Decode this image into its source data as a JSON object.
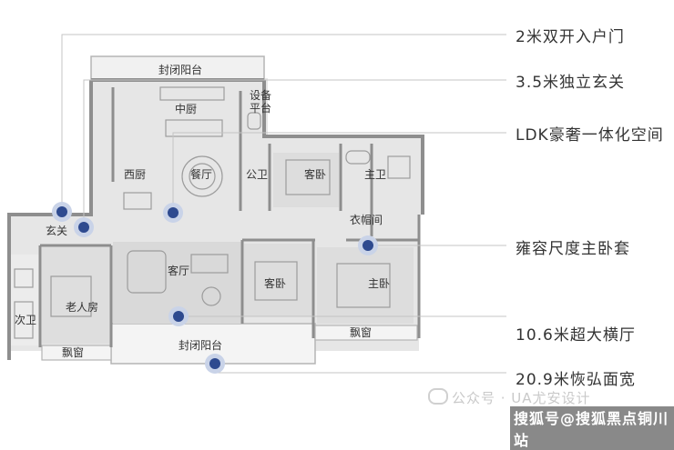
{
  "rooms": {
    "closed_balcony_top": "封闭阳台",
    "chinese_kitchen": "中厨",
    "equipment_platform": "设备\n平台",
    "western_kitchen": "西厨",
    "dining": "餐厅",
    "public_bath": "公卫",
    "bedroom_top": "客卧",
    "master_bath": "主卫",
    "wardrobe": "衣帽间",
    "foyer": "玄关",
    "living": "客厅",
    "bedroom_mid": "客卧",
    "master_bedroom": "主卧",
    "secondary_bath": "次卫",
    "elder_room": "老人房",
    "bay_window_left": "飘窗",
    "closed_balcony_bottom": "封闭阳台",
    "bay_window_right": "飘窗"
  },
  "features": [
    "2米双开入户门",
    "3.5米独立玄关",
    "LDK豪奢一体化空间",
    "雍容尺度主卧套",
    "10.6米超大横厅",
    "20.9米恢弘面宽"
  ],
  "watermarks": {
    "official_account": "公众号 · UA尤安设计",
    "sohu": "搜狐号@搜狐黑点铜川站"
  },
  "colors": {
    "marker_fill": "#2e4a8f",
    "marker_halo": "#c9d3e8",
    "wall": "#9a9a9a",
    "floor": "#e4e4e4",
    "leader": "#bfbfbf"
  }
}
